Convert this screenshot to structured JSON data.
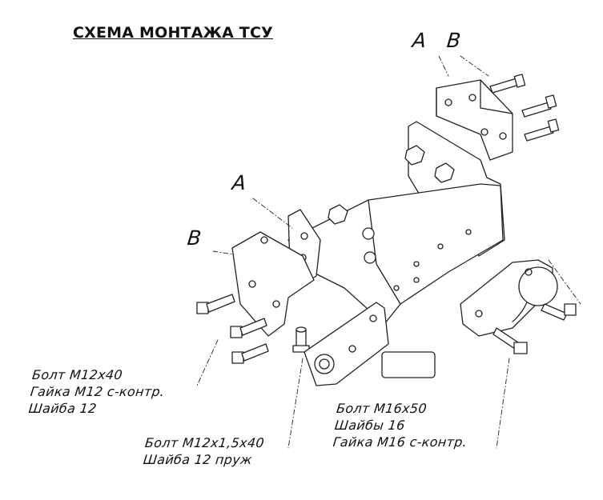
{
  "title": "СХЕМА МОНТАЖА ТСУ",
  "labels": {
    "a_top": "A",
    "b_top": "B",
    "a_mid": "A",
    "b_left": "B"
  },
  "notes": {
    "left": [
      "Болт М12х40",
      "Гайка М12 с-контр.",
      "Шайба 12"
    ],
    "middle": [
      "Болт М12х1,5х40",
      "Шайба 12 пруж"
    ],
    "right": [
      "Болт М16х50",
      "Шайбы 16",
      "Гайка М16 с-контр."
    ]
  }
}
